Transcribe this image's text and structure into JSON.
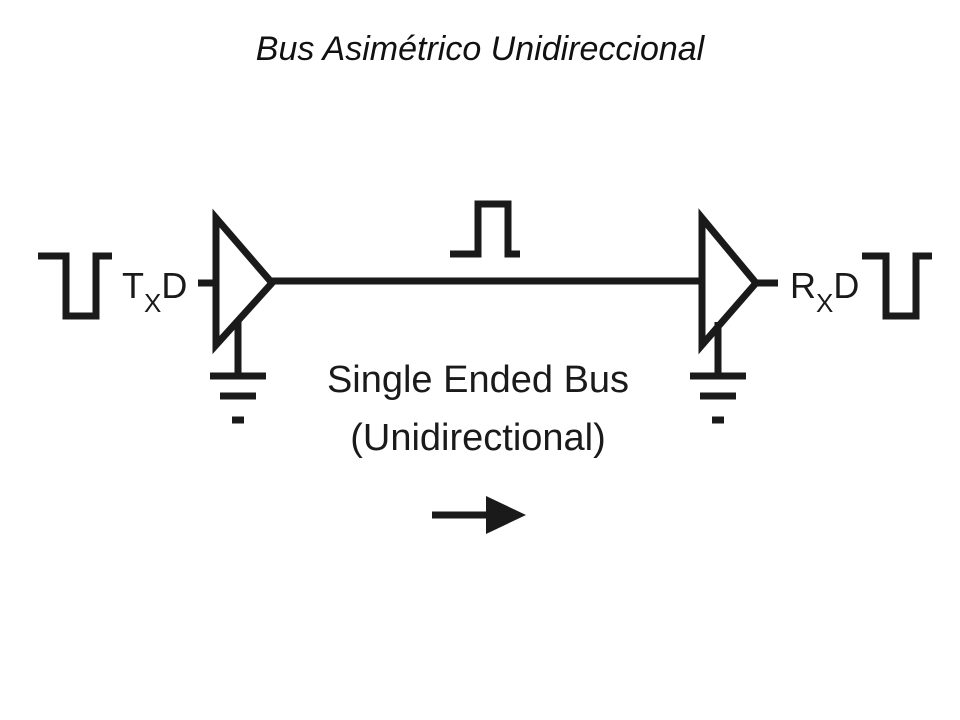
{
  "title": "Bus Asimétrico Unidireccional",
  "tx_label": {
    "main": "T",
    "sub": "X",
    "tail": "D"
  },
  "rx_label": {
    "main": "R",
    "sub": "X",
    "tail": "D"
  },
  "bus_caption": {
    "line1": "Single Ended Bus",
    "line2": "(Unidirectional)"
  },
  "colors": {
    "ink": "#1a1a1a",
    "background": "#ffffff"
  },
  "icons": [
    "square-wave-icon",
    "pulse-icon",
    "buffer-triangle-icon",
    "ground-icon",
    "arrow-right-icon"
  ]
}
